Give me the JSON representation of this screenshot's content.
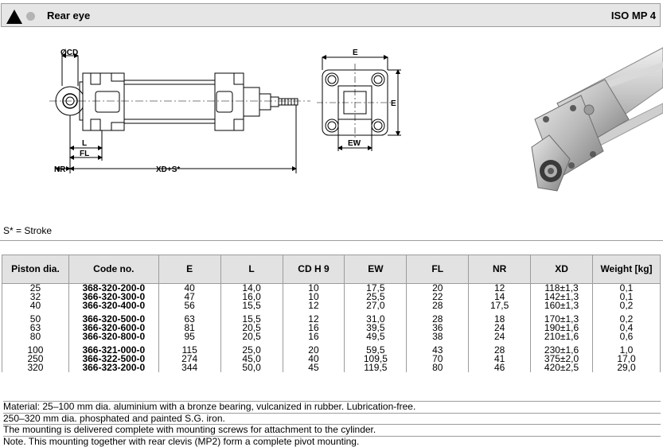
{
  "header": {
    "title": "Rear eye",
    "standard": "ISO MP 4"
  },
  "drawing": {
    "labels": {
      "cd": "ØCD",
      "l": "L",
      "fl": "FL",
      "nr": "NR",
      "xd": "XD+S*",
      "e_top": "E",
      "e_side": "E",
      "ew": "EW"
    }
  },
  "stroke_note": "S* = Stroke",
  "table": {
    "columns": [
      "Piston dia.",
      "Code no.",
      "E",
      "L",
      "CD H 9",
      "EW",
      "FL",
      "NR",
      "XD",
      "Weight [kg]"
    ],
    "groups": [
      [
        [
          "25",
          "368-320-200-0",
          "40",
          "14,0",
          "10",
          "17,5",
          "20",
          "12",
          "118±1,3",
          "0,1"
        ],
        [
          "32",
          "366-320-300-0",
          "47",
          "16,0",
          "10",
          "25,5",
          "22",
          "14",
          "142±1,3",
          "0,1"
        ],
        [
          "40",
          "366-320-400-0",
          "56",
          "15,5",
          "12",
          "27,0",
          "28",
          "17,5",
          "160±1,3",
          "0,2"
        ]
      ],
      [
        [
          "50",
          "366-320-500-0",
          "63",
          "15,5",
          "12",
          "31,0",
          "28",
          "18",
          "170±1,3",
          "0,2"
        ],
        [
          "63",
          "366-320-600-0",
          "81",
          "20,5",
          "16",
          "39,5",
          "36",
          "24",
          "190±1,6",
          "0,4"
        ],
        [
          "80",
          "366-320-800-0",
          "95",
          "20,5",
          "16",
          "49,5",
          "38",
          "24",
          "210±1,6",
          "0,6"
        ]
      ],
      [
        [
          "100",
          "366-321-000-0",
          "115",
          "25,0",
          "20",
          "59,5",
          "43",
          "28",
          "230±1,6",
          "1,0"
        ],
        [
          "250",
          "366-322-500-0",
          "274",
          "45,0",
          "40",
          "109,5",
          "70",
          "41",
          "375±2,0",
          "17,0"
        ],
        [
          "320",
          "366-323-200-0",
          "344",
          "50,0",
          "45",
          "119,5",
          "80",
          "46",
          "420±2,5",
          "29,0"
        ]
      ]
    ]
  },
  "notes": [
    "Material: 25–100 mm dia. aluminium with a bronze bearing, vulcanized in rubber. Lubrication-free.",
    "250–320 mm dia. phosphated and painted S.G. iron.",
    "The mounting is delivered complete with mounting screws for attachment to the cylinder.",
    "Note. This mounting together with rear clevis (MP2) form a complete pivot mounting."
  ]
}
